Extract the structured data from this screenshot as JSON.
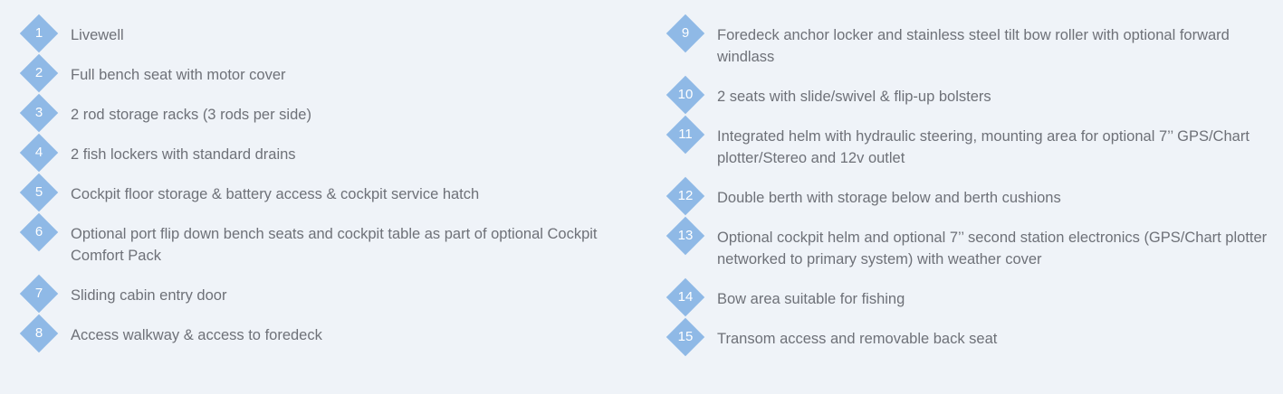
{
  "colors": {
    "background": "#eff3f8",
    "marker": "#8fb9e6",
    "marker_text": "#ffffff",
    "body_text": "#6e7178"
  },
  "marker_shape": "diamond",
  "left_items": [
    {
      "number": "1",
      "text": "Livewell",
      "lines": 1
    },
    {
      "number": "2",
      "text": "Full bench seat with motor cover",
      "lines": 1
    },
    {
      "number": "3",
      "text": "2 rod storage racks (3 rods per side)",
      "lines": 1
    },
    {
      "number": "4",
      "text": "2 fish lockers with standard drains",
      "lines": 1
    },
    {
      "number": "5",
      "text": "Cockpit floor storage & battery access & cockpit service hatch",
      "lines": 1
    },
    {
      "number": "6",
      "text": "Optional port flip down bench seats and cockpit table as part of optional Cockpit Comfort Pack",
      "lines": 2
    },
    {
      "number": "7",
      "text": "Sliding cabin entry door",
      "lines": 1
    },
    {
      "number": "8",
      "text": "Access walkway & access to foredeck",
      "lines": 1
    }
  ],
  "right_items": [
    {
      "number": "9",
      "text": "Foredeck anchor locker and stainless steel tilt bow roller with optional forward windlass",
      "lines": 2
    },
    {
      "number": "10",
      "text": "2 seats with slide/swivel & flip-up bolsters",
      "lines": 1
    },
    {
      "number": "11",
      "text": "Integrated helm with hydraulic steering, mounting area for optional 7’’ GPS/Chart plotter/Stereo and 12v outlet",
      "lines": 2
    },
    {
      "number": "12",
      "text": "Double berth with storage below and berth cushions",
      "lines": 1
    },
    {
      "number": "13",
      "text": "Optional cockpit helm and optional 7’’ second station electronics (GPS/Chart plotter networked to primary system) with weather cover",
      "lines": 2
    },
    {
      "number": "14",
      "text": "Bow area suitable for fishing",
      "lines": 1
    },
    {
      "number": "15",
      "text": "Transom access and removable back seat",
      "lines": 1
    }
  ]
}
